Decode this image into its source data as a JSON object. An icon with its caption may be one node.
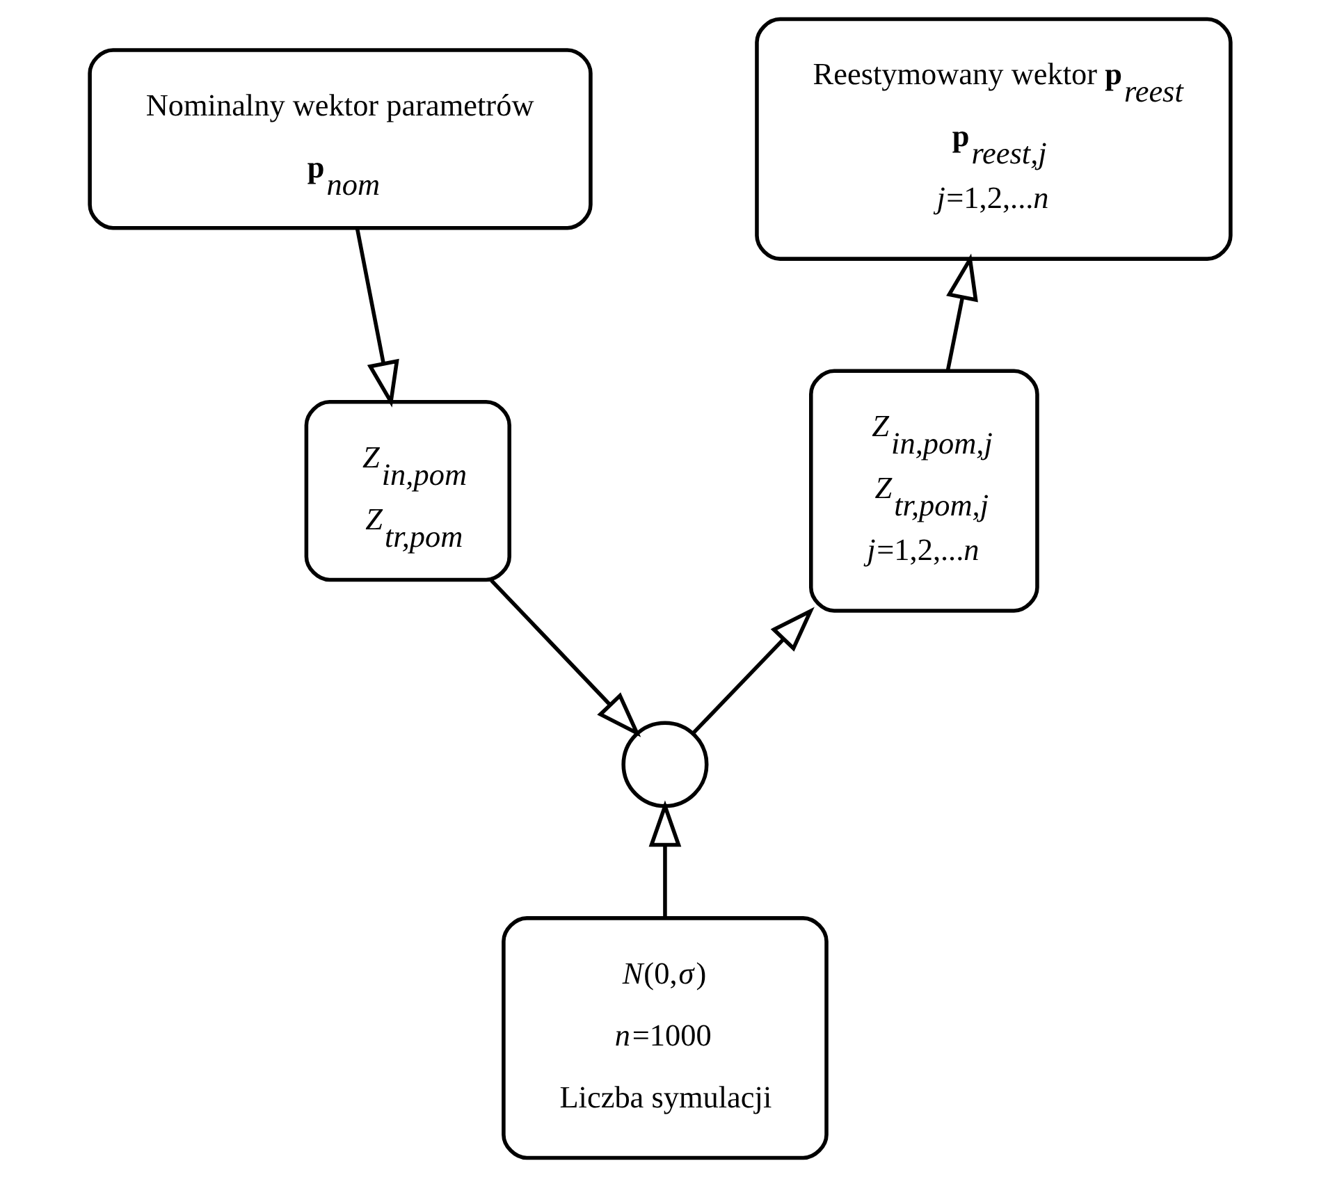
{
  "diagram": {
    "nodes": [
      {
        "text": [
          "Nominalny wektor parametrów",
          "**p**$_{nom}$"
        ]
      },
      {
        "text": [
          "*Z*$_{in,pom}$",
          "*Z*$_{tr,pom}$"
        ]
      },
      {
        "text": [
          "*N*(0,*σ*)",
          "*n*=1000",
          "Liczba symulacji"
        ]
      },
      {
        "text": [],
        "shape": "circle"
      },
      {
        "text": [
          "*Z*$_{in,pom,j}$",
          "*Z*$_{tr,pom,j}$",
          "*j*=1,2,...*n*"
        ]
      },
      {
        "text": [
          "Reestymowany wektor **p**$_{reest}$",
          "**p**$_{reest,j}$",
          "*j*=1,2,...*n*"
        ]
      }
    ],
    "edges": [
      {
        "from": 0,
        "to": 1,
        "arrow": "to"
      },
      {
        "from": 1,
        "to": 3,
        "arrow": "to"
      },
      {
        "from": 2,
        "to": 3,
        "arrow": "to"
      },
      {
        "from": 3,
        "to": 4,
        "arrow": "to"
      },
      {
        "from": 4,
        "to": 5,
        "arrow": "to"
      }
    ]
  }
}
